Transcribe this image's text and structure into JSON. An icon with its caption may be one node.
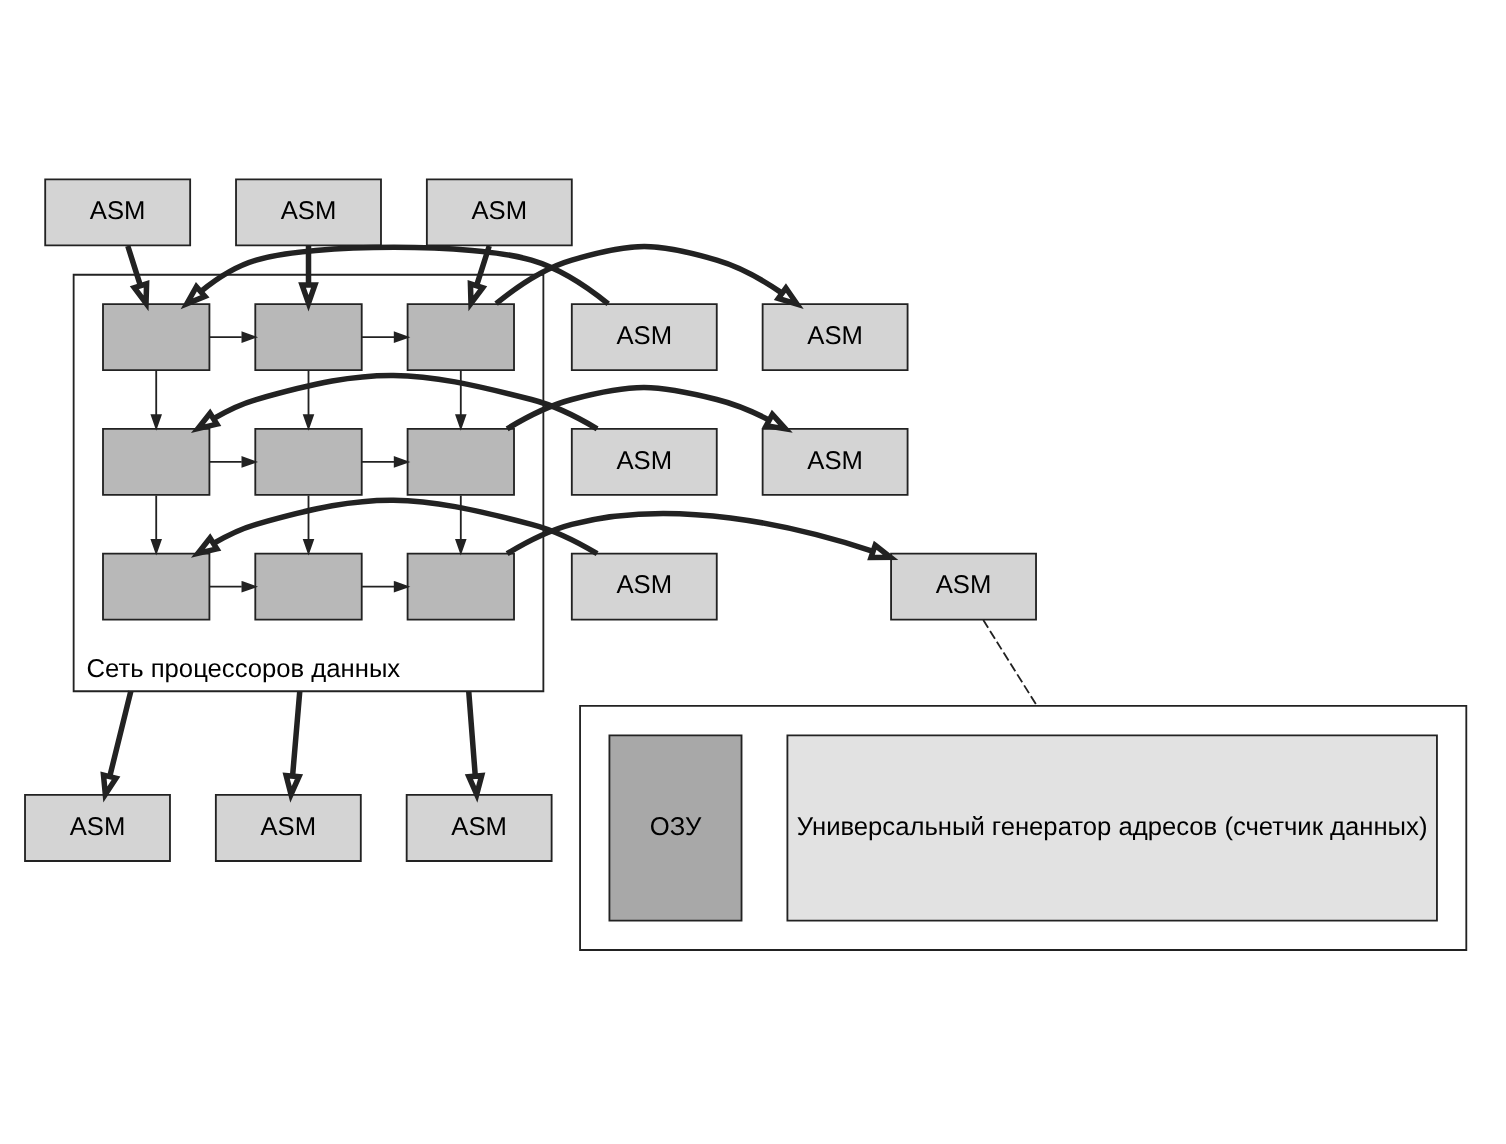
{
  "diagram": {
    "nodes": [
      {
        "text": [
          "Сеть процессоров данных"
        ]
      },
      {
        "text": [
          "ASM"
        ]
      },
      {
        "text": [
          "ASM"
        ]
      },
      {
        "text": [
          "ASM"
        ]
      },
      {
        "text": [
          "ASM"
        ]
      },
      {
        "text": [
          "ASM"
        ]
      },
      {
        "text": [
          "ASM"
        ]
      },
      {
        "text": [],
        "shape": "box",
        "in": 0
      },
      {
        "text": [],
        "shape": "box",
        "in": 0
      },
      {
        "text": [],
        "shape": "box",
        "in": 0
      },
      {
        "text": [],
        "shape": "box",
        "in": 0
      },
      {
        "text": [],
        "shape": "box",
        "in": 0
      },
      {
        "text": [],
        "shape": "box",
        "in": 0
      },
      {
        "text": [],
        "shape": "box",
        "in": 0
      },
      {
        "text": [],
        "shape": "box",
        "in": 0
      },
      {
        "text": [],
        "shape": "box",
        "in": 0
      },
      {
        "text": [
          "ASM"
        ]
      },
      {
        "text": [
          "ASM"
        ]
      },
      {
        "text": [
          "ASM"
        ]
      },
      {
        "text": [
          "ASM"
        ]
      },
      {
        "text": [
          "ASM"
        ]
      },
      {
        "text": [
          "ASM"
        ]
      },
      {
        "text": [],
        "shape": "box"
      },
      {
        "text": [
          "Универсальный генератор адресов (счетчик данных)"
        ],
        "in": 22
      },
      {
        "text": [
          "ОЗУ"
        ],
        "in": 22
      }
    ],
    "edges": [
      {
        "from": 1,
        "to": 7,
        "arrow": "to",
        "style": "thick"
      },
      {
        "from": 2,
        "to": 8,
        "arrow": "to",
        "style": "thick"
      },
      {
        "from": 3,
        "to": 9,
        "arrow": "to",
        "style": "thick"
      },
      {
        "from": 4,
        "to": 7,
        "arrow": "to",
        "style": "thick"
      },
      {
        "from": 5,
        "to": 10,
        "arrow": "to",
        "style": "thick"
      },
      {
        "from": 6,
        "to": 13,
        "arrow": "to",
        "style": "thick"
      },
      {
        "from": 7,
        "to": 8,
        "arrow": "to"
      },
      {
        "from": 8,
        "to": 9,
        "arrow": "to"
      },
      {
        "from": 10,
        "to": 11,
        "arrow": "to"
      },
      {
        "from": 11,
        "to": 12,
        "arrow": "to"
      },
      {
        "from": 13,
        "to": 14,
        "arrow": "to"
      },
      {
        "from": 14,
        "to": 15,
        "arrow": "to"
      },
      {
        "from": 7,
        "to": 10,
        "arrow": "to"
      },
      {
        "from": 8,
        "to": 11,
        "arrow": "to"
      },
      {
        "from": 9,
        "to": 12,
        "arrow": "to"
      },
      {
        "from": 10,
        "to": 13,
        "arrow": "to"
      },
      {
        "from": 11,
        "to": 14,
        "arrow": "to"
      },
      {
        "from": 12,
        "to": 15,
        "arrow": "to"
      },
      {
        "from": 9,
        "to": 16,
        "arrow": "to",
        "style": "thick"
      },
      {
        "from": 12,
        "to": 17,
        "arrow": "to",
        "style": "thick"
      },
      {
        "from": 15,
        "to": 18,
        "arrow": "to",
        "style": "thick"
      },
      {
        "from": 13,
        "to": 19,
        "arrow": "to",
        "style": "thick"
      },
      {
        "from": 14,
        "to": 20,
        "arrow": "to",
        "style": "thick"
      },
      {
        "from": 15,
        "to": 21,
        "arrow": "to",
        "style": "thick"
      },
      {
        "from": 18,
        "to": 22,
        "arrow": "none",
        "style": "dashed"
      }
    ]
  }
}
